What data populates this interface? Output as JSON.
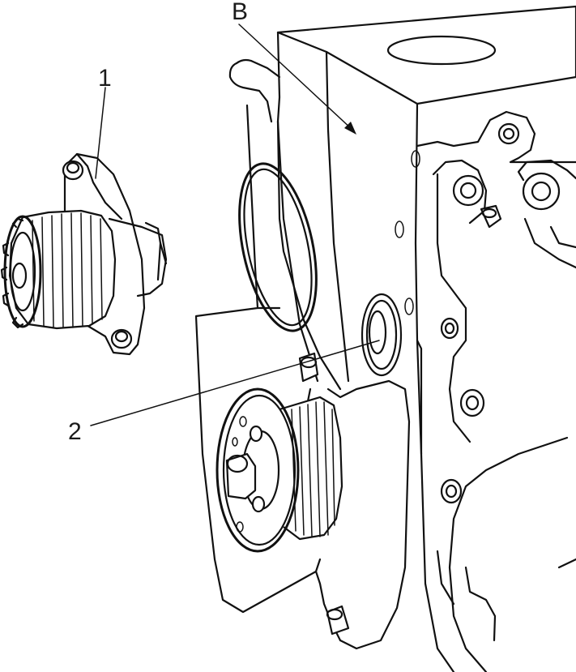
{
  "callouts": {
    "part_1": "1",
    "part_2": "2",
    "view_b": "B"
  }
}
